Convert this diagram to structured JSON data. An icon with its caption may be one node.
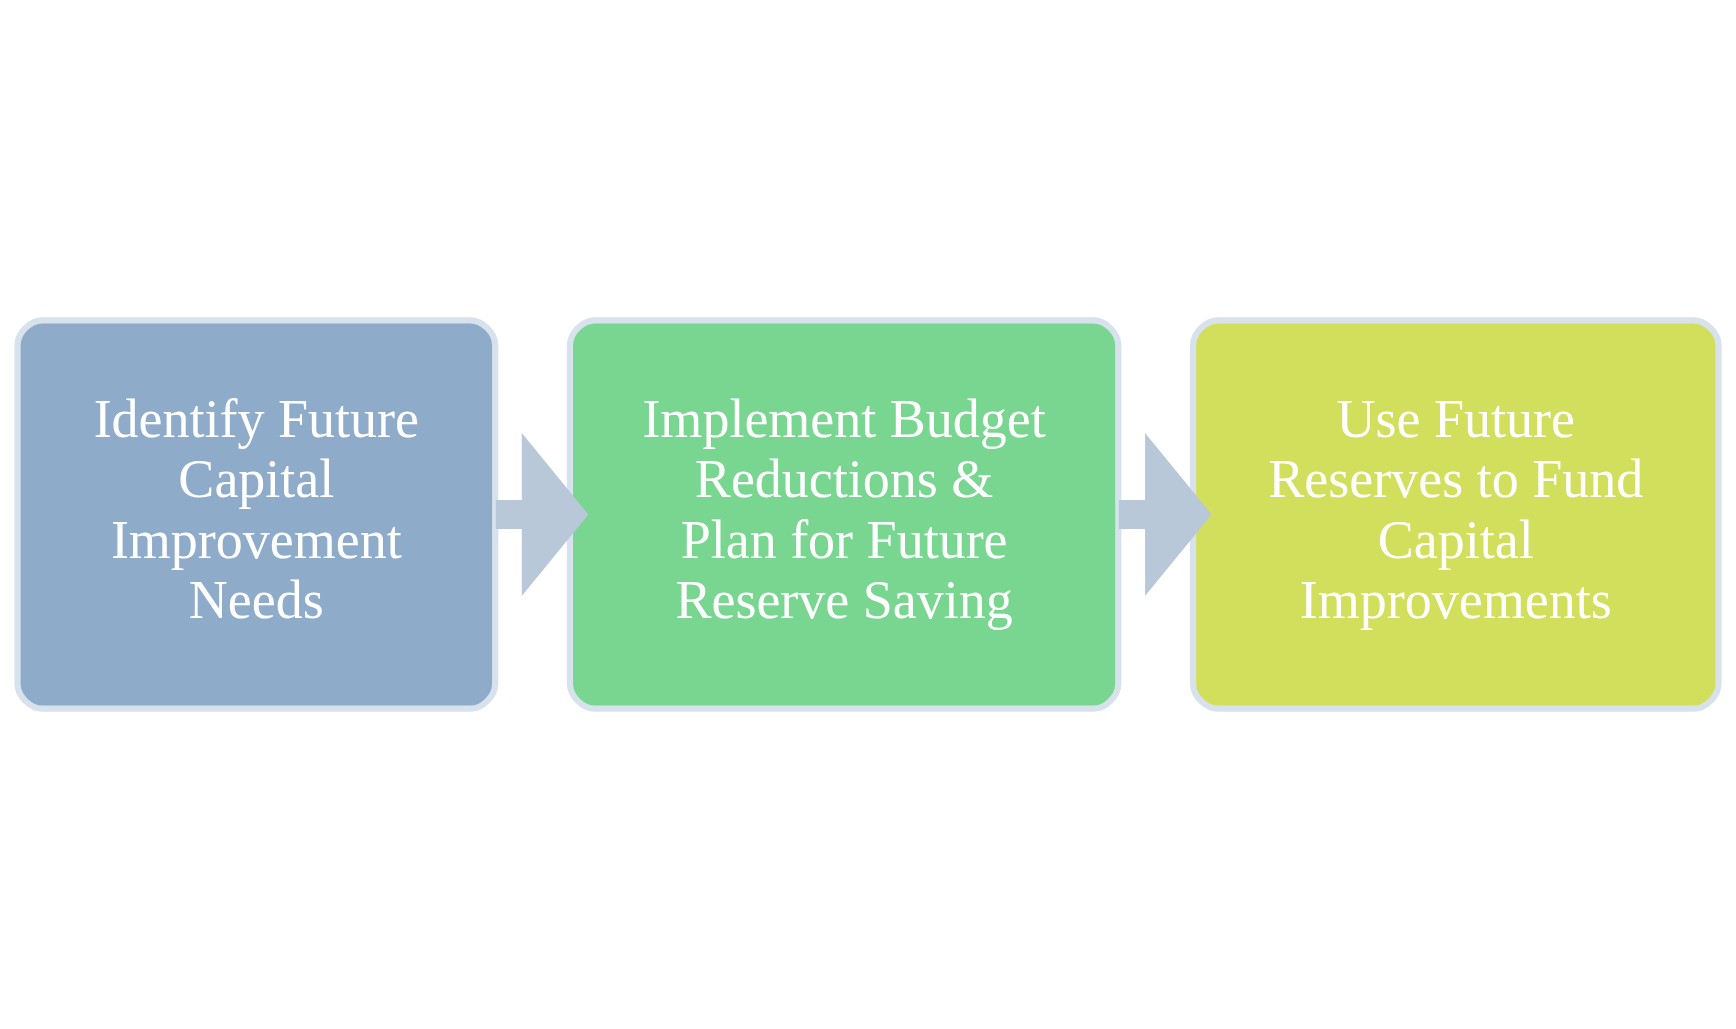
{
  "diagram": {
    "nodes": [
      {
        "text": [
          "Identify Future Capital Improvement Needs"
        ]
      },
      {
        "text": [
          "Implement Budget Reductions & Plan for Future Reserve Saving"
        ]
      },
      {
        "text": [
          "Use Future Reserves to Fund Capital Improvements"
        ]
      }
    ],
    "edges": [
      {
        "from": 0,
        "to": 1,
        "arrow": "to"
      },
      {
        "from": 1,
        "to": 2,
        "arrow": "to"
      }
    ]
  }
}
